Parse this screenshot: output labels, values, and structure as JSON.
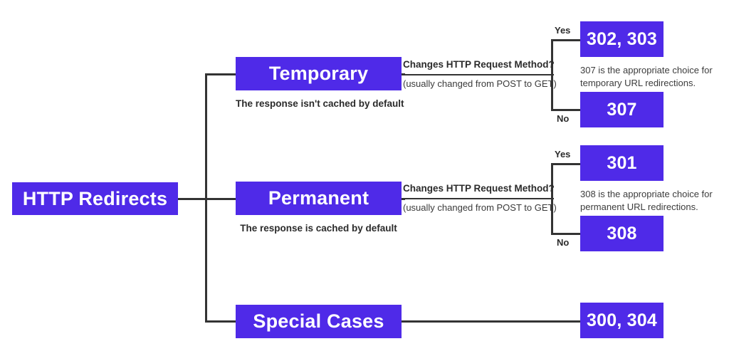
{
  "diagram": {
    "title": "HTTP Redirects",
    "root": {
      "label": "HTTP Redirects"
    },
    "branches": [
      {
        "key": "temporary",
        "label": "Temporary",
        "caption": "The response isn't cached by default",
        "question_main": "Changes HTTP Request Method?",
        "question_sub": "(usually changed from POST to GET)",
        "yes_label": "Yes",
        "no_label": "No",
        "yes_codes": "302, 303",
        "no_codes": "307",
        "note": "307 is the appropriate choice for temporary URL redirections."
      },
      {
        "key": "permanent",
        "label": "Permanent",
        "caption": "The response is cached by default",
        "question_main": "Changes HTTP Request Method?",
        "question_sub": "(usually changed from POST to GET)",
        "yes_label": "Yes",
        "no_label": "No",
        "yes_codes": "301",
        "no_codes": "308",
        "note": "308 is the appropriate choice for permanent URL redirections."
      },
      {
        "key": "special",
        "label": "Special Cases",
        "codes": "300, 304"
      }
    ],
    "colors": {
      "box_fill": "#4f2ae8",
      "box_text": "#ffffff",
      "line": "#333333",
      "body_text": "#2b2b2b",
      "background": "#ffffff"
    }
  }
}
